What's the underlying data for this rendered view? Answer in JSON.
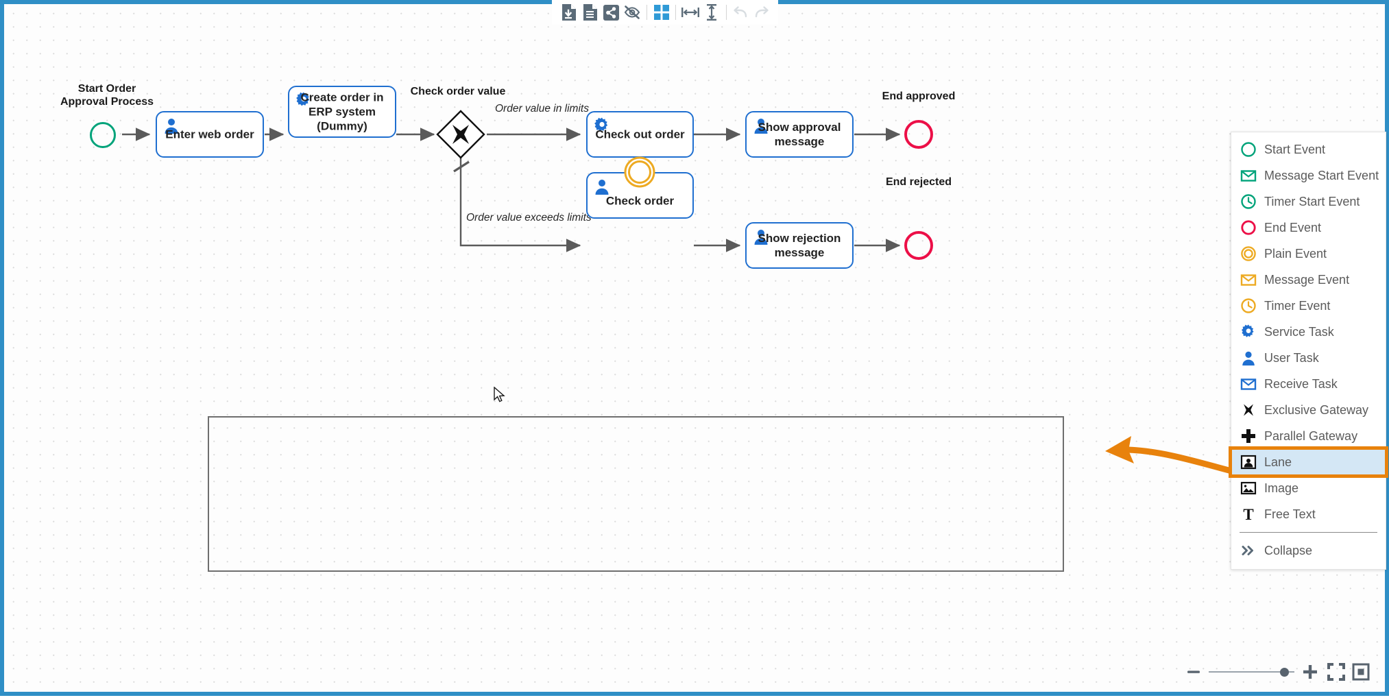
{
  "app": {
    "frame_color": "#2f8fc6",
    "canvas_bg": "#fdfdfd"
  },
  "toolbar": {
    "buttons": [
      {
        "name": "download-icon",
        "label": "Download"
      },
      {
        "name": "document-icon",
        "label": "Document"
      },
      {
        "name": "share-icon",
        "label": "Share"
      },
      {
        "name": "hide-icon",
        "label": "Hide"
      },
      {
        "name": "grid-icon",
        "label": "Grid"
      },
      {
        "name": "distribute-horizontal-icon",
        "label": "Distribute horizontally"
      },
      {
        "name": "distribute-vertical-icon",
        "label": "Distribute vertically"
      },
      {
        "name": "undo-icon",
        "label": "Undo"
      },
      {
        "name": "redo-icon",
        "label": "Redo"
      }
    ],
    "accent_color": "#2f9ad6",
    "icon_color": "#5b6b78",
    "disabled_color": "#d8dde1"
  },
  "diagram": {
    "labels": {
      "start": "Start Order\nApproval Process",
      "gateway": "Check order value",
      "end_approved": "End approved",
      "end_rejected": "End rejected"
    },
    "start_label_line1": "Start Order",
    "start_label_line2": "Approval Process",
    "gateway_label": "Check order value",
    "end_approved_label": "End approved",
    "end_rejected_label": "End rejected",
    "tasks": [
      {
        "id": "enter-web-order",
        "label": "Enter web order",
        "type": "user-task"
      },
      {
        "id": "create-order-erp",
        "label": "Create order in ERP system (Dummy)",
        "type": "service-task",
        "lines": [
          "Create order in",
          "ERP system",
          "(Dummy)"
        ]
      },
      {
        "id": "check-out-order",
        "label": "Check out order",
        "type": "service-task"
      },
      {
        "id": "check-order",
        "label": "Check order",
        "type": "user-task"
      },
      {
        "id": "show-approval-message",
        "label": "Show approval message",
        "type": "user-task",
        "lines": [
          "Show approval",
          "message"
        ]
      },
      {
        "id": "show-rejection-message",
        "label": "Show rejection message",
        "type": "user-task",
        "lines": [
          "Show rejection",
          "message"
        ]
      }
    ],
    "flow_labels": [
      {
        "id": "flow-in-limits",
        "text": "Order value in limits"
      },
      {
        "id": "flow-exceeds-limits",
        "text": "Order value exceeds limits"
      }
    ],
    "colors": {
      "task_border": "#1f6fd0",
      "task_icon": "#1f6fd0",
      "start_event": "#00a37a",
      "end_event": "#ec0f47",
      "plain_event": "#edaa22",
      "connector": "#5a5a5a",
      "gateway": "#101010",
      "lane_border": "#6e6e6e",
      "annotation": "#e8820c"
    }
  },
  "palette": {
    "items": [
      {
        "id": "start-event",
        "label": "Start Event",
        "icon": "circle-green-icon"
      },
      {
        "id": "message-start-event",
        "label": "Message Start Event",
        "icon": "envelope-green-icon"
      },
      {
        "id": "timer-start-event",
        "label": "Timer Start Event",
        "icon": "clock-green-icon"
      },
      {
        "id": "end-event",
        "label": "End Event",
        "icon": "circle-red-icon"
      },
      {
        "id": "plain-event",
        "label": "Plain Event",
        "icon": "double-circle-orange-icon"
      },
      {
        "id": "message-event",
        "label": "Message Event",
        "icon": "envelope-orange-icon"
      },
      {
        "id": "timer-event",
        "label": "Timer Event",
        "icon": "clock-orange-icon"
      },
      {
        "id": "service-task",
        "label": "Service Task",
        "icon": "gear-blue-icon"
      },
      {
        "id": "user-task",
        "label": "User Task",
        "icon": "person-blue-icon"
      },
      {
        "id": "receive-task",
        "label": "Receive Task",
        "icon": "envelope-blue-icon"
      },
      {
        "id": "exclusive-gateway",
        "label": "Exclusive Gateway",
        "icon": "x-cross-icon"
      },
      {
        "id": "parallel-gateway",
        "label": "Parallel Gateway",
        "icon": "plus-cross-icon"
      },
      {
        "id": "lane",
        "label": "Lane",
        "icon": "lane-icon",
        "selected": true
      },
      {
        "id": "image",
        "label": "Image",
        "icon": "image-icon"
      },
      {
        "id": "free-text",
        "label": "Free Text",
        "icon": "text-t-icon"
      }
    ],
    "footer": {
      "id": "collapse",
      "label": "Collapse",
      "icon": "chevron-double-right-icon"
    },
    "selected_id": "lane",
    "selection_outline": "#e8820c",
    "selection_fill": "#d4e7f5"
  },
  "zoom_bar": {
    "minus_label": "Zoom out",
    "plus_label": "Zoom in",
    "fullscreen_label": "Fullscreen",
    "fit_label": "Fit to screen",
    "slider_position_pct": 83
  }
}
